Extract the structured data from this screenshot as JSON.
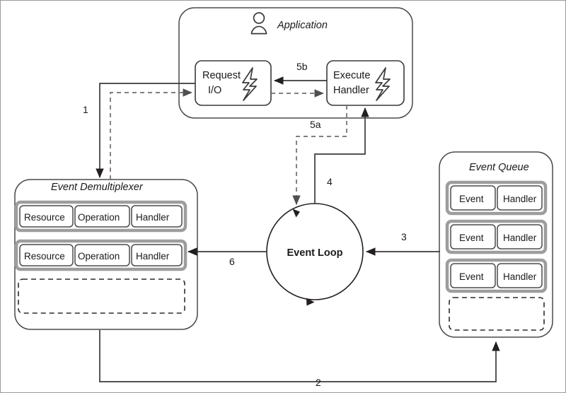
{
  "diagram": {
    "title_hidden": "Reactor pattern / event loop flow",
    "application": {
      "label": "Application",
      "icon": "person-icon",
      "boxes": [
        {
          "id": "request-io",
          "line1": "Request",
          "line2": "I/O",
          "icon": "lightning-bolt-icon"
        },
        {
          "id": "execute-handler",
          "line1": "Execute",
          "line2": "Handler",
          "icon": "lightning-bolt-icon"
        }
      ]
    },
    "event_demultiplexer": {
      "label": "Event Demultiplexer",
      "rows": [
        {
          "cells": [
            "Resource",
            "Operation",
            "Handler"
          ]
        },
        {
          "cells": [
            "Resource",
            "Operation",
            "Handler"
          ]
        }
      ],
      "empty_slot": ""
    },
    "event_queue": {
      "label": "Event Queue",
      "rows": [
        {
          "cells": [
            "Event",
            "Handler"
          ]
        },
        {
          "cells": [
            "Event",
            "Handler"
          ]
        },
        {
          "cells": [
            "Event",
            "Handler"
          ]
        }
      ],
      "empty_slot": ""
    },
    "event_loop": {
      "label": "Event Loop"
    },
    "flow_labels": {
      "one": "1",
      "two": "2",
      "three": "3",
      "four": "4",
      "five_a": "5a",
      "five_b": "5b",
      "six": "6"
    },
    "colors": {
      "stroke_dark": "#231f20",
      "stroke_box": "#3a3a3a",
      "stroke_gray_row": "#9d9d9d",
      "dashed_flow": "#6e6e6e",
      "background": "#ffffff",
      "page_border": "#9b9b9b"
    }
  }
}
